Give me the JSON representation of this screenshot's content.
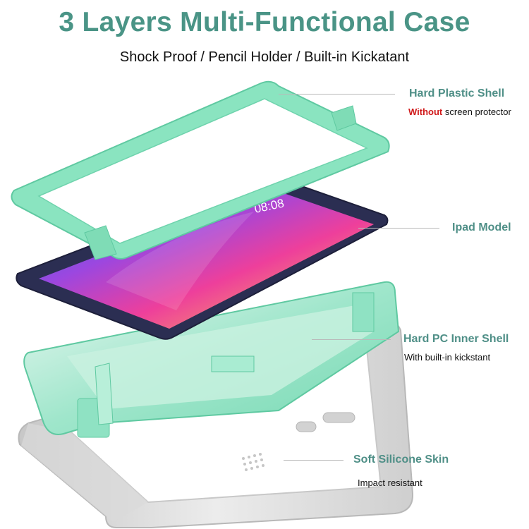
{
  "header": {
    "title": "3 Layers Multi-Functional Case",
    "subtitle": "Shock Proof / Pencil Holder / Built-in Kickatant"
  },
  "layers": [
    {
      "name": "Hard Plastic Shell",
      "desc_highlight": "Without",
      "desc": " screen protector"
    },
    {
      "name": "Ipad Model"
    },
    {
      "name": "Hard PC Inner Shell",
      "desc": "With built-in kickstant"
    },
    {
      "name": "Soft Silicone Skin",
      "desc": "Impact resistant"
    }
  ],
  "tablet_screen": {
    "time": "08:08"
  },
  "colors": {
    "title": "#4a9486",
    "label": "#4f8f87",
    "mint": "#7fe4bd",
    "silicone": "#d9d9d9",
    "warn": "#d0191a"
  }
}
